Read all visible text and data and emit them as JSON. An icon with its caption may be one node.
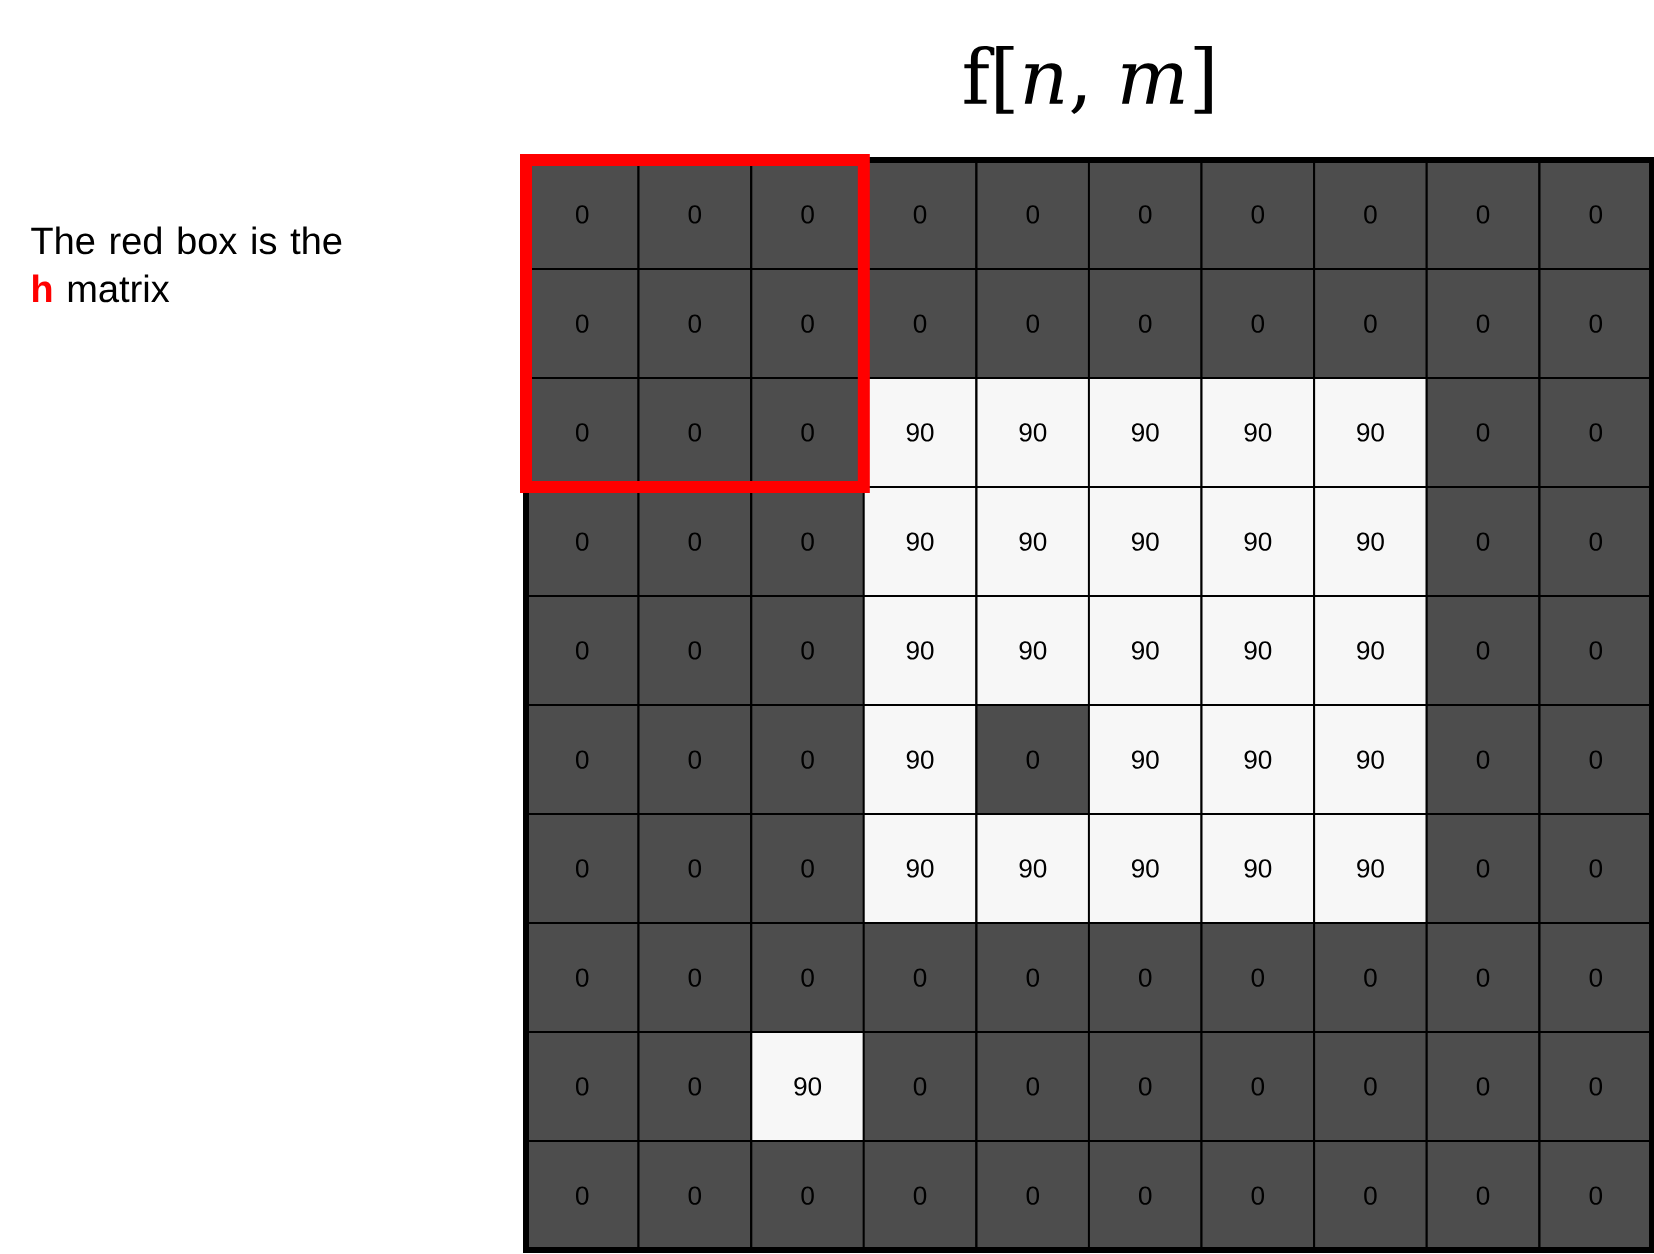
{
  "diagram": {
    "title": "f[*n*, *m*]",
    "labels": [
      "The red box is the **h** matrix",
      "0",
      "0",
      "0",
      "0",
      "0",
      "0",
      "0",
      "0",
      "0",
      "0",
      "0",
      "0",
      "0",
      "0",
      "0",
      "0",
      "0",
      "0",
      "0",
      "0",
      "0",
      "0",
      "0",
      "90",
      "90",
      "90",
      "90",
      "90",
      "0",
      "0",
      "0",
      "0",
      "0",
      "90",
      "90",
      "90",
      "90",
      "90",
      "0",
      "0",
      "0",
      "0",
      "0",
      "90",
      "90",
      "90",
      "90",
      "90",
      "0",
      "0",
      "0",
      "0",
      "0",
      "90",
      "0",
      "90",
      "90",
      "90",
      "0",
      "0",
      "0",
      "0",
      "0",
      "90",
      "90",
      "90",
      "90",
      "90",
      "0",
      "0",
      "0",
      "0",
      "0",
      "0",
      "0",
      "0",
      "0",
      "0",
      "0",
      "0",
      "0",
      "0",
      "90",
      "0",
      "0",
      "0",
      "0",
      "0",
      "0",
      "0",
      "0",
      "0",
      "0",
      "0",
      "0",
      "0",
      "0",
      "0",
      "0",
      "0"
    ]
  }
}
